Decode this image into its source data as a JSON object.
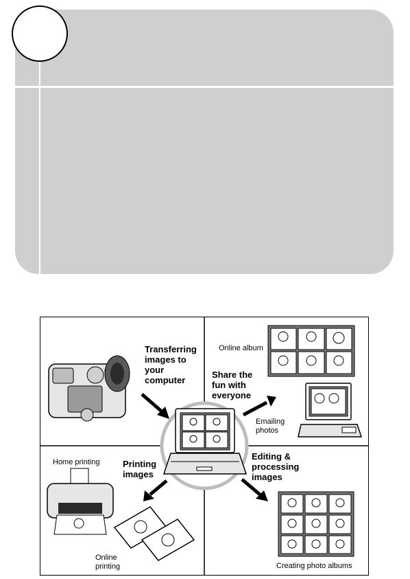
{
  "figure": {
    "sections": {
      "transfer": "Transferring images to your computer",
      "share": "Share the fun with everyone",
      "printing": "Printing images",
      "editing": "Editing & processing images"
    },
    "captions": {
      "online_album": "Online album",
      "emailing": "Emailing photos",
      "home_printing": "Home printing",
      "online_printing": "Online printing",
      "creating_albums": "Creating photo albums"
    }
  }
}
